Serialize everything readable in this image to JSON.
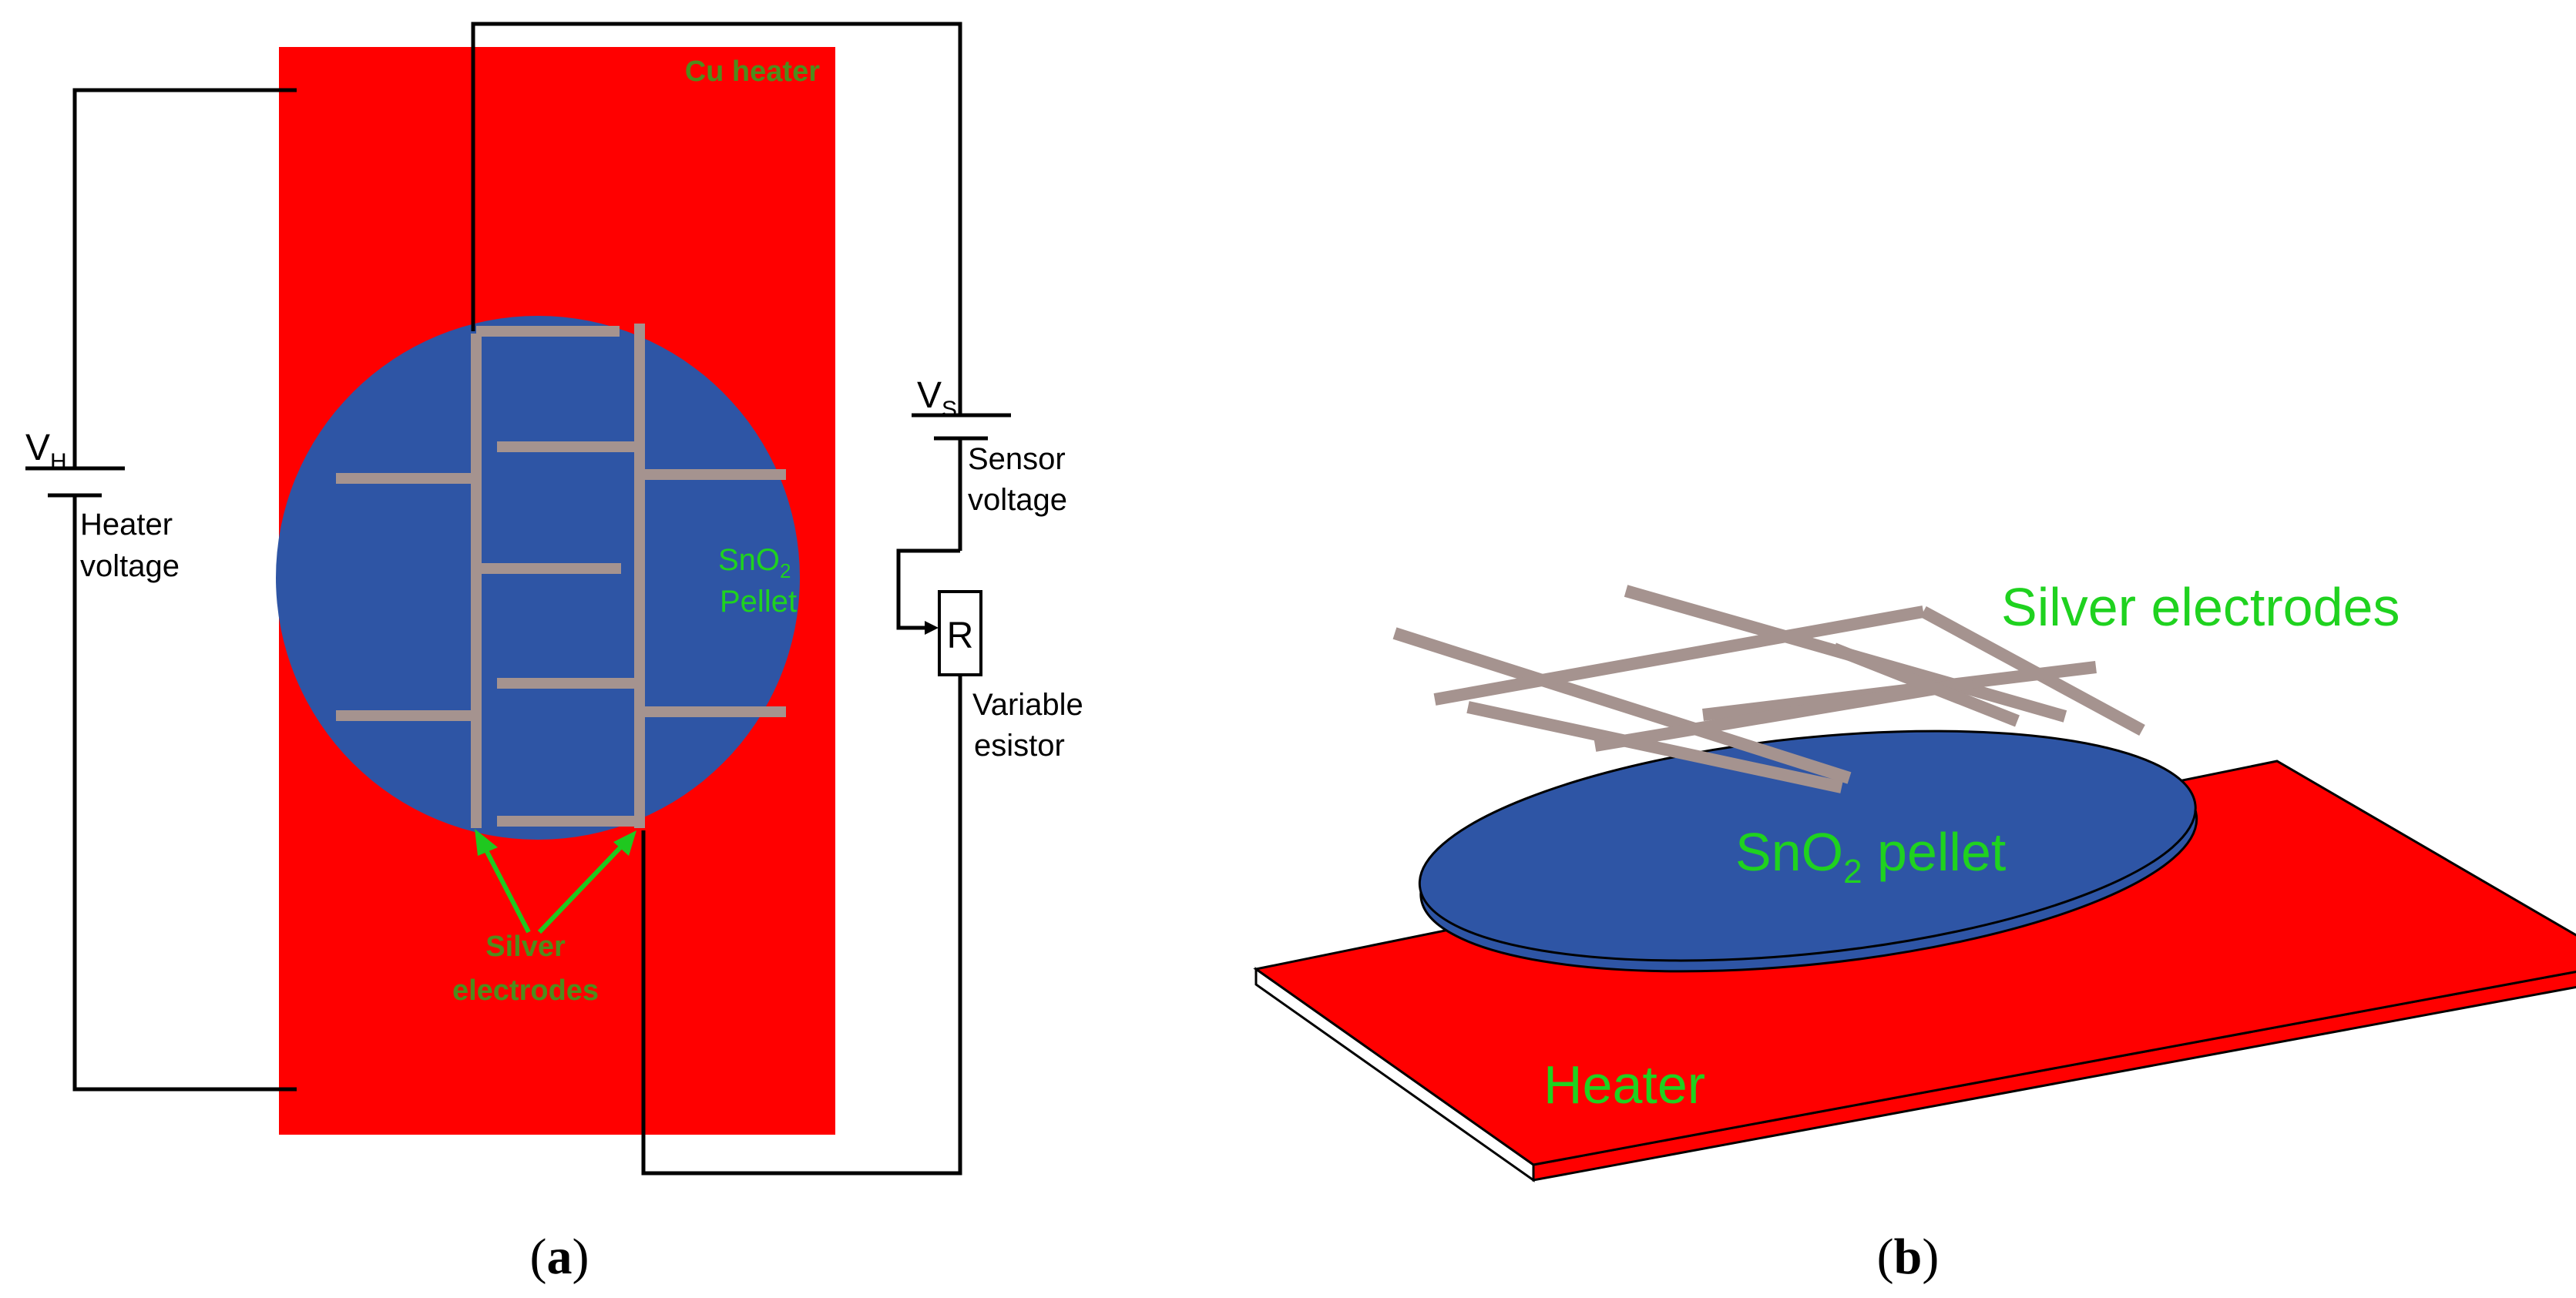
{
  "panel_a": {
    "heater_label": "Cu heater",
    "vh_symbol": "V",
    "vh_subscript": "H",
    "heater_voltage_line1": "Heater",
    "heater_voltage_line2": "voltage",
    "vs_symbol": "V",
    "vs_subscript": "S",
    "sensor_voltage_line1": "Sensor",
    "sensor_voltage_line2": "voltage",
    "resistor_symbol": "R",
    "variable_resistor_line1": "Variable",
    "variable_resistor_line2": "esistor",
    "pellet_line1_base": "SnO",
    "pellet_line1_sub": "2",
    "pellet_line2": "Pellet",
    "electrodes_line1": "Silver",
    "electrodes_line2": "electrodes",
    "caption_open": "(",
    "caption_letter": "a",
    "caption_close": ")"
  },
  "panel_b": {
    "electrodes_label": "Silver electrodes",
    "pellet_base": "SnO",
    "pellet_sub": "2",
    "pellet_rest": " pellet",
    "heater_label": "Heater",
    "caption_open": "(",
    "caption_letter": "b",
    "caption_close": ")"
  },
  "colors": {
    "heater_red": "#ff0000",
    "pellet_blue": "#2e55a5",
    "electrode_gray": "#a5938f",
    "label_green": "#1fd21f",
    "label_dark_green": "#4e8c1c",
    "wire_black": "#000000"
  }
}
